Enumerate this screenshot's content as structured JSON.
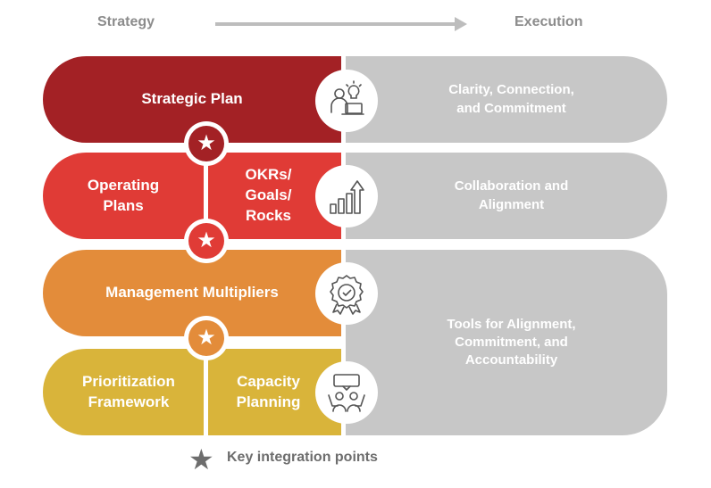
{
  "header": {
    "left_label": "Strategy",
    "right_label": "Execution"
  },
  "rows": {
    "strategic_plan": {
      "label": "Strategic Plan",
      "outcome": "Clarity, Connection,\nand Commitment",
      "color": "#a32125"
    },
    "operating": {
      "left_label": "Operating\nPlans",
      "right_label": "OKRs/\nGoals/\nRocks",
      "outcome": "Collaboration and\nAlignment",
      "color": "#e03b36"
    },
    "management": {
      "label": "Management Multipliers",
      "color": "#e38c3a"
    },
    "prioritization": {
      "left_label": "Prioritization\nFramework",
      "right_label": "Capacity\nPlanning",
      "color": "#d9b43a"
    },
    "tools_outcome": "Tools for Alignment,\nCommitment, and\nAccountability"
  },
  "icons": [
    "person-idea-icon",
    "growth-chart-icon",
    "award-ribbon-icon",
    "team-meeting-icon"
  ],
  "legend": {
    "label": "Key integration points"
  },
  "colors": {
    "execution_gray": "#c7c7c7",
    "header_gray": "#8c8c8c"
  }
}
